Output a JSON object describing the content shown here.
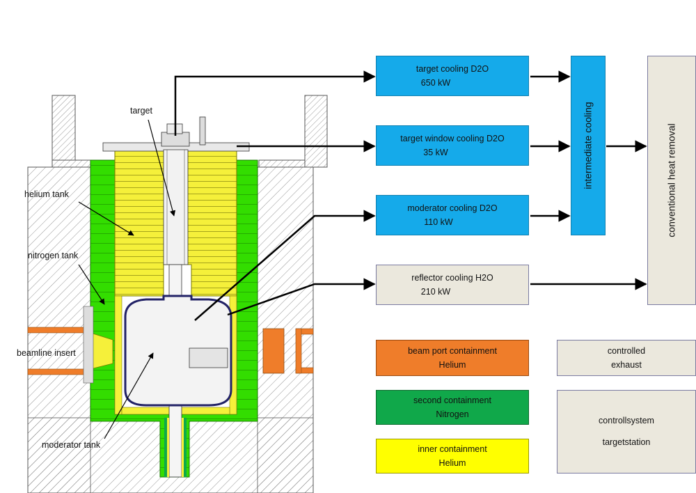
{
  "labels": {
    "target": "target",
    "helium_tank": "helium  tank",
    "nitrogen_tank": "nitrogen tank",
    "beamline_insert": "beamline insert",
    "moderator_tank": "moderator tank"
  },
  "boxes": {
    "target_cooling": {
      "line1": "target cooling D2O",
      "line2": "650   kW"
    },
    "window_cooling": {
      "line1": "target window cooling D2O",
      "line2": "35   kW"
    },
    "moderator_cooling": {
      "line1": "moderator cooling D2O",
      "line2": "110    kW"
    },
    "reflector_cooling": {
      "line1": "reflector cooling H2O",
      "line2": "210  kW"
    },
    "intermediate_cooling": "intermediate cooling",
    "conventional_heat_removal": "conventional heat removal",
    "beam_port": {
      "line1": "beam port containment",
      "line2": "Helium"
    },
    "second_containment": {
      "line1": "second containment",
      "line2": "Nitrogen"
    },
    "inner_containment": {
      "line1": "inner containment",
      "line2": "Helium"
    },
    "controlled_exhaust": {
      "line1": "controlled",
      "line2": "exhaust"
    },
    "controllsystem": {
      "line1": "controllsystem",
      "line2": "targetstation"
    }
  },
  "colors": {
    "cooling_blue": "#15aaea",
    "neutral_grey": "#ebe8dd",
    "orange": "#ef7d2a",
    "green": "#10a84a",
    "yellow": "#ffff00",
    "tank_green": "#33dd00",
    "tank_yellow": "#f5f03a"
  }
}
